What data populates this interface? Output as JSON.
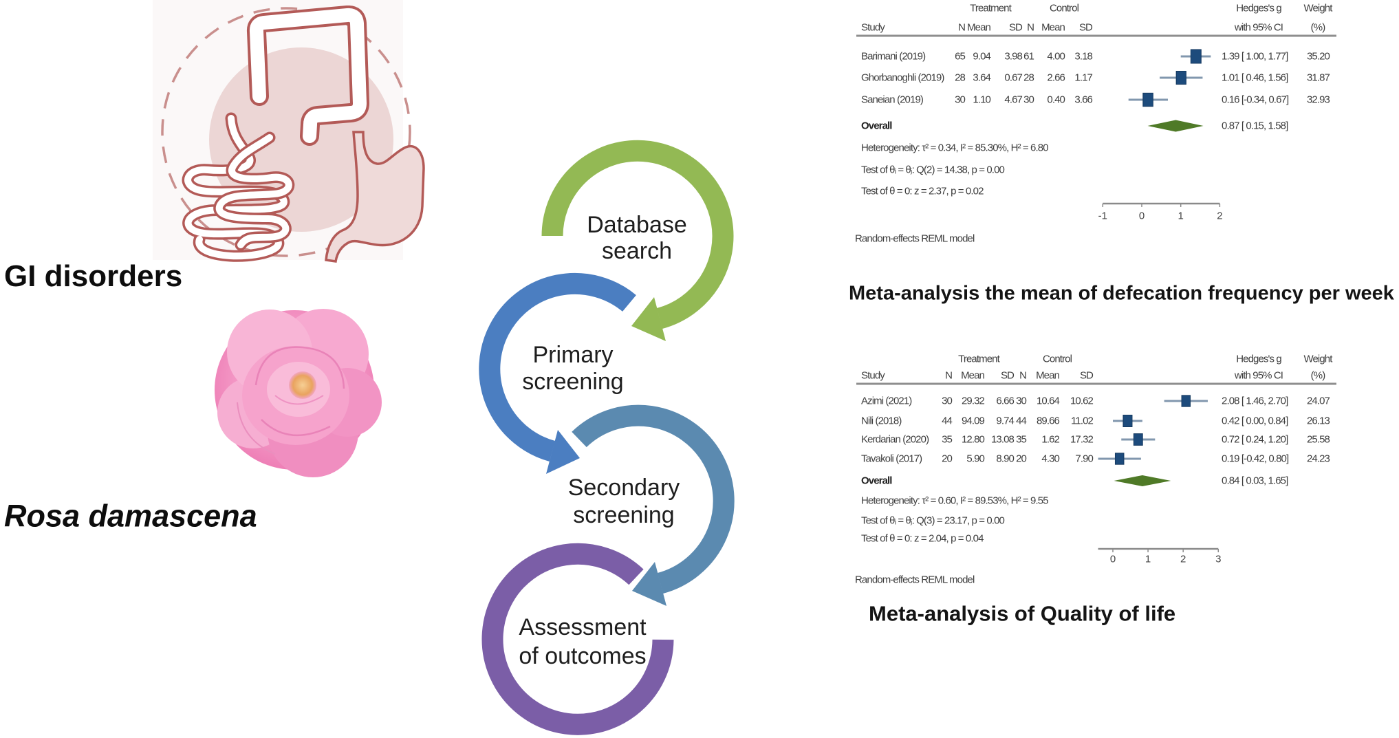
{
  "figure": {
    "left_panel": {
      "gi_label": "GI disorders",
      "plant_label": "Rosa damascena",
      "gi_illustration_icon": "gi-tract-illustration",
      "plant_image_icon": "rose-flower-photo"
    },
    "flowchart": {
      "steps": [
        {
          "lines": [
            "Database",
            "search"
          ],
          "color": "#93b954"
        },
        {
          "lines": [
            "Primary",
            "screening"
          ],
          "color": "#4b7ec1"
        },
        {
          "lines": [
            "Secondary",
            "screening"
          ],
          "color": "#5b8ab0"
        },
        {
          "lines": [
            "Assessment",
            "of outcomes"
          ],
          "color": "#7b5ea7"
        }
      ]
    }
  },
  "chart_data": [
    {
      "type": "forest",
      "title": "Meta-analysis the mean of defecation frequency per week",
      "group_headers": {
        "treatment": "Treatment",
        "control": "Control",
        "effect": "Hedges's g",
        "weight": "Weight"
      },
      "column_headers": {
        "study": "Study",
        "n_t": "N",
        "mean_t": "Mean",
        "sd_t": "SD",
        "n_c": "N",
        "mean_c": "Mean",
        "sd_c": "SD",
        "effect": "with 95% CI",
        "weight": "(%)"
      },
      "rows": [
        {
          "study": "Barimani (2019)",
          "n_t": "65",
          "mean_t": "9.04",
          "sd_t": "3.98",
          "n_c": "61",
          "mean_c": "4.00",
          "sd_c": "3.18",
          "g": 1.39,
          "ci_low": 1.0,
          "ci_high": 1.77,
          "effect_text": "1.39 [ 1.00, 1.77]",
          "weight": "35.20"
        },
        {
          "study": "Ghorbanoghli (2019)",
          "n_t": "28",
          "mean_t": "3.64",
          "sd_t": "0.67",
          "n_c": "28",
          "mean_c": "2.66",
          "sd_c": "1.17",
          "g": 1.01,
          "ci_low": 0.46,
          "ci_high": 1.56,
          "effect_text": "1.01 [ 0.46, 1.56]",
          "weight": "31.87"
        },
        {
          "study": "Saneian (2019)",
          "n_t": "30",
          "mean_t": "1.10",
          "sd_t": "4.67",
          "n_c": "30",
          "mean_c": "0.40",
          "sd_c": "3.66",
          "g": 0.16,
          "ci_low": -0.34,
          "ci_high": 0.67,
          "effect_text": "0.16 [-0.34, 0.67]",
          "weight": "32.93"
        }
      ],
      "overall": {
        "label": "Overall",
        "g": 0.87,
        "ci_low": 0.15,
        "ci_high": 1.58,
        "effect_text": "0.87 [ 0.15, 1.58]"
      },
      "stats": [
        "Heterogeneity: τ² = 0.34, I² = 85.30%, H² = 6.80",
        "Test of θᵢ = θⱼ: Q(2) = 14.38, p = 0.00",
        "Test of θ = 0: z = 2.37, p = 0.02"
      ],
      "xaxis": {
        "ticks": [
          -1,
          0,
          1,
          2
        ],
        "range": [
          -1,
          2
        ]
      },
      "model_note": "Random-effects REML model",
      "colors": {
        "marker": "#1d4b7c",
        "ci": "#8197ae",
        "diamond": "#4f7a27",
        "axis": "#8a8a8a"
      }
    },
    {
      "type": "forest",
      "title": "Meta-analysis of Quality of life",
      "group_headers": {
        "treatment": "Treatment",
        "control": "Control",
        "effect": "Hedges's g",
        "weight": "Weight"
      },
      "column_headers": {
        "study": "Study",
        "n_t": "N",
        "mean_t": "Mean",
        "sd_t": "SD",
        "n_c": "N",
        "mean_c": "Mean",
        "sd_c": "SD",
        "effect": "with 95% CI",
        "weight": "(%)"
      },
      "rows": [
        {
          "study": "Azimi (2021)",
          "n_t": "30",
          "mean_t": "29.32",
          "sd_t": "6.66",
          "n_c": "30",
          "mean_c": "10.64",
          "sd_c": "10.62",
          "g": 2.08,
          "ci_low": 1.46,
          "ci_high": 2.7,
          "effect_text": "2.08 [ 1.46, 2.70]",
          "weight": "24.07"
        },
        {
          "study": "Nili (2018)",
          "n_t": "44",
          "mean_t": "94.09",
          "sd_t": "9.74",
          "n_c": "44",
          "mean_c": "89.66",
          "sd_c": "11.02",
          "g": 0.42,
          "ci_low": 0.0,
          "ci_high": 0.84,
          "effect_text": "0.42 [ 0.00, 0.84]",
          "weight": "26.13"
        },
        {
          "study": "Kerdarian (2020)",
          "n_t": "35",
          "mean_t": "12.80",
          "sd_t": "13.08",
          "n_c": "35",
          "mean_c": "1.62",
          "sd_c": "17.32",
          "g": 0.72,
          "ci_low": 0.24,
          "ci_high": 1.2,
          "effect_text": "0.72 [ 0.24, 1.20]",
          "weight": "25.58"
        },
        {
          "study": "Tavakoli (2017)",
          "n_t": "20",
          "mean_t": "5.90",
          "sd_t": "8.90",
          "n_c": "20",
          "mean_c": "4.30",
          "sd_c": "7.90",
          "g": 0.19,
          "ci_low": -0.42,
          "ci_high": 0.8,
          "effect_text": "0.19 [-0.42, 0.80]",
          "weight": "24.23"
        }
      ],
      "overall": {
        "label": "Overall",
        "g": 0.84,
        "ci_low": 0.03,
        "ci_high": 1.65,
        "effect_text": "0.84 [ 0.03, 1.65]"
      },
      "stats": [
        "Heterogeneity: τ² = 0.60, I² = 89.53%, H² = 9.55",
        "Test of θᵢ = θⱼ: Q(3) = 23.17, p = 0.00",
        "Test of θ = 0: z = 2.04, p = 0.04"
      ],
      "xaxis": {
        "ticks": [
          0,
          1,
          2,
          3
        ],
        "range": [
          -0.42,
          3
        ]
      },
      "model_note": "Random-effects REML model",
      "colors": {
        "marker": "#1d4b7c",
        "ci": "#8197ae",
        "diamond": "#4f7a27",
        "axis": "#8a8a8a"
      }
    }
  ]
}
